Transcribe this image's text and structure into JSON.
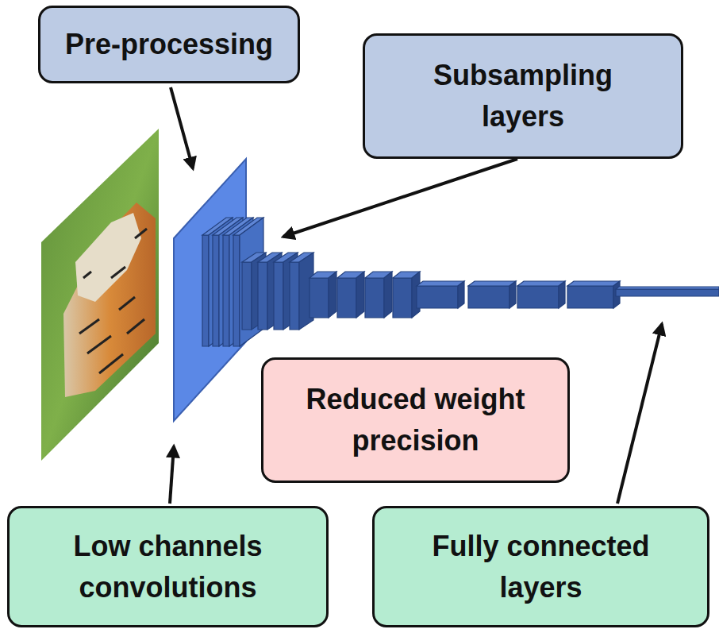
{
  "diagram": {
    "nodes": [
      {
        "text": [
          "Pre-processing"
        ]
      },
      {
        "text": [
          "Subsampling layers"
        ]
      },
      {
        "text": [
          "Reduced weight precision"
        ]
      },
      {
        "text": [
          "Low channels convolutions"
        ]
      },
      {
        "text": [
          "Fully connected layers"
        ]
      }
    ]
  }
}
